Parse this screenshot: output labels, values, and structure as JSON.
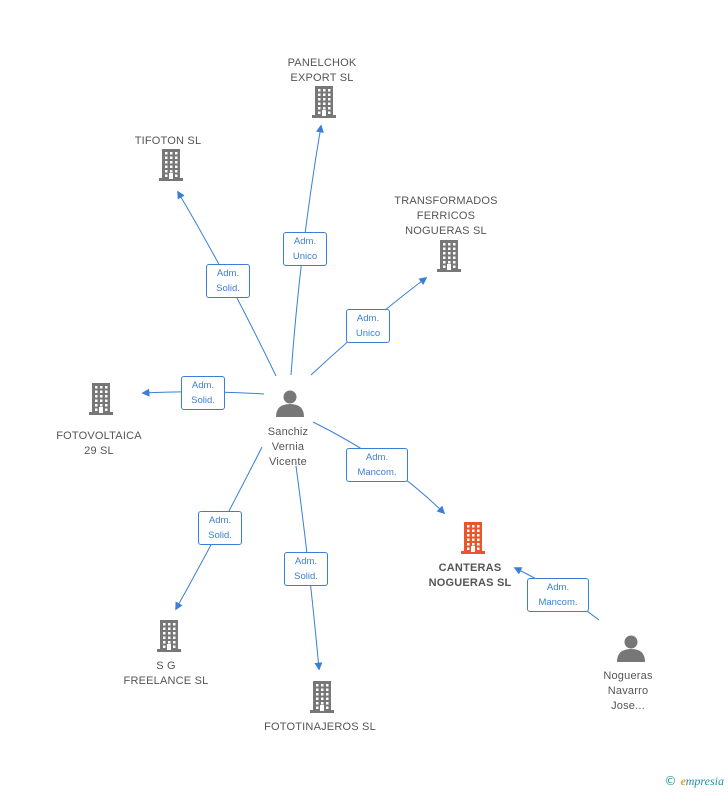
{
  "colors": {
    "company": "#777777",
    "main_company": "#e8572c",
    "person": "#777777",
    "edge": "#3a7fd5"
  },
  "nodes": [
    {
      "id": "panelchok",
      "lines": [
        "PANELCHOK",
        "EXPORT SL"
      ],
      "icon": "building-icon"
    },
    {
      "id": "tifoton",
      "lines": [
        "TIFOTON SL"
      ],
      "icon": "building-icon"
    },
    {
      "id": "transformados",
      "lines": [
        "TRANSFORMADOS",
        "FERRICOS",
        "NOGUERAS SL"
      ],
      "icon": "building-icon"
    },
    {
      "id": "fotovoltaica",
      "lines": [
        "FOTOVOLTAICA",
        "29 SL"
      ],
      "icon": "building-icon"
    },
    {
      "id": "sanchiz",
      "lines": [
        "Sanchiz",
        "Vernia",
        "Vicente"
      ],
      "icon": "person-icon"
    },
    {
      "id": "canteras",
      "lines": [
        "CANTERAS",
        "NOGUERAS SL"
      ],
      "icon": "building-icon",
      "main": true
    },
    {
      "id": "sg",
      "lines": [
        "S G",
        "FREELANCE SL"
      ],
      "icon": "building-icon"
    },
    {
      "id": "fototinajeros",
      "lines": [
        "FOTOTINAJEROS SL"
      ],
      "icon": "building-icon"
    },
    {
      "id": "nogueras",
      "lines": [
        "Nogueras",
        "Navarro",
        "Jose..."
      ],
      "icon": "person-icon"
    }
  ],
  "edges": [
    {
      "from": "sanchiz",
      "to": "panelchok",
      "lines": [
        "Adm.",
        "Unico"
      ]
    },
    {
      "from": "sanchiz",
      "to": "tifoton",
      "lines": [
        "Adm.",
        "Solid."
      ]
    },
    {
      "from": "sanchiz",
      "to": "transformados",
      "lines": [
        "Adm.",
        "Unico"
      ]
    },
    {
      "from": "sanchiz",
      "to": "fotovoltaica",
      "lines": [
        "Adm.",
        "Solid."
      ]
    },
    {
      "from": "sanchiz",
      "to": "canteras",
      "lines": [
        "Adm.",
        "Mancom."
      ]
    },
    {
      "from": "sanchiz",
      "to": "sg",
      "lines": [
        "Adm.",
        "Solid."
      ]
    },
    {
      "from": "sanchiz",
      "to": "fototinajeros",
      "lines": [
        "Adm.",
        "Solid."
      ]
    },
    {
      "from": "nogueras",
      "to": "canteras",
      "lines": [
        "Adm.",
        "Mancom."
      ]
    }
  ],
  "footer": {
    "copyright": "©",
    "brand_initial": "e",
    "brand_rest": "mpresia"
  }
}
